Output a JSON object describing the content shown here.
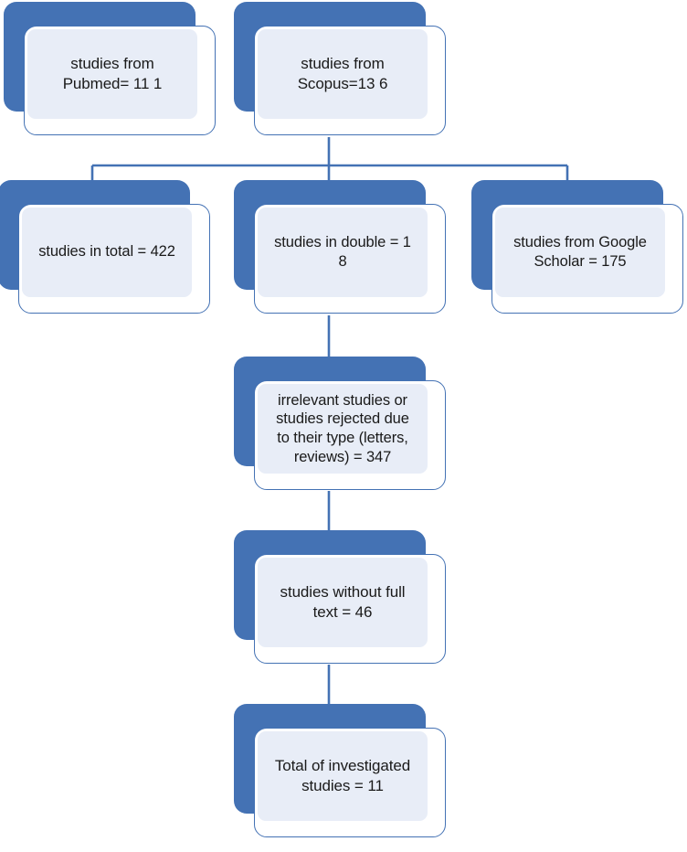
{
  "diagram": {
    "type": "prisma-study-selection-flowchart",
    "accent_color": "#4472b4",
    "panel_color": "#e8edf7",
    "text_color": "#1a1a1a",
    "nodes": [
      {
        "id": "pubmed",
        "label": "studies from\nPubmed= 11 1"
      },
      {
        "id": "scopus",
        "label": "studies from\nScopus=13 6"
      },
      {
        "id": "total",
        "label": "studies in total = 422"
      },
      {
        "id": "double",
        "label": "studies in double = 1\n8"
      },
      {
        "id": "google",
        "label": "studies from Google\nScholar = 175"
      },
      {
        "id": "irrelevant",
        "label": "irrelevant studies or\nstudies rejected due\nto their type (letters,\nreviews) =  347"
      },
      {
        "id": "nofull",
        "label": "studies without full\ntext = 46"
      },
      {
        "id": "final",
        "label": "Total of investigated\nstudies = 11"
      }
    ]
  }
}
